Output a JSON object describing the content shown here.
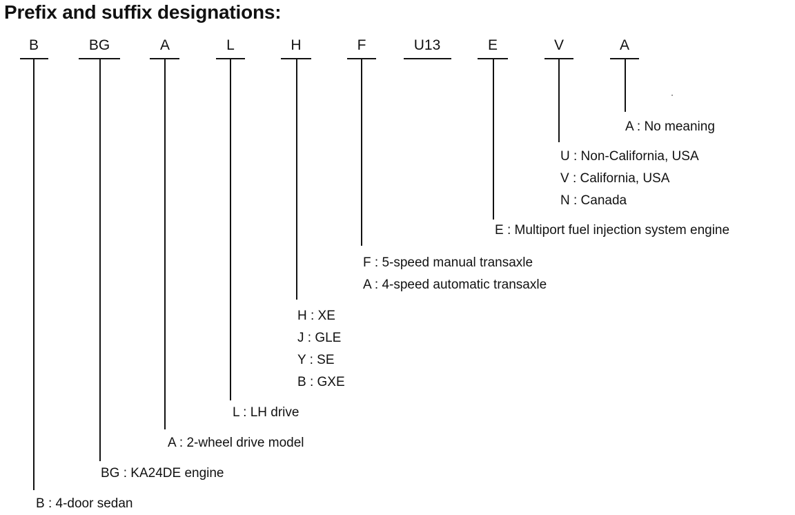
{
  "title": "Prefix and suffix designations:",
  "codes": [
    "B",
    "BG",
    "A",
    "L",
    "H",
    "F",
    "U13",
    "E",
    "V",
    "A"
  ],
  "definitions": [
    {
      "rows": [
        "A : No meaning"
      ]
    },
    {
      "rows": [
        "U : Non-California, USA",
        "V : California, USA",
        "N : Canada"
      ]
    },
    {
      "rows": [
        "E : Multiport fuel injection system engine"
      ]
    },
    {
      "rows": [
        "F : 5-speed manual transaxle",
        "A : 4-speed automatic transaxle"
      ]
    },
    {
      "rows": [
        "H : XE",
        "J : GLE",
        "Y : SE",
        "B : GXE"
      ]
    },
    {
      "rows": [
        "L : LH drive"
      ]
    },
    {
      "rows": [
        "A : 2-wheel drive model"
      ]
    },
    {
      "rows": [
        "BG : KA24DE engine"
      ]
    },
    {
      "rows": [
        "B : 4-door sedan"
      ]
    }
  ]
}
